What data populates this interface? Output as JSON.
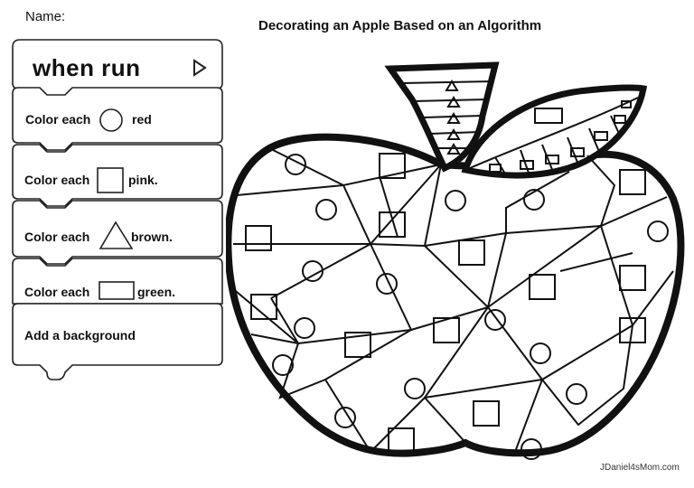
{
  "header": {
    "name_label": "Name:",
    "title": "Decorating an Apple Based on an Algorithm"
  },
  "blocks": {
    "start": {
      "label": "when run",
      "icon": "play-triangle-icon"
    },
    "steps": [
      {
        "prefix": "Color each",
        "shape": "circle",
        "suffix": "red"
      },
      {
        "prefix": "Color each",
        "shape": "square",
        "suffix": "pink."
      },
      {
        "prefix": "Color each",
        "shape": "triangle",
        "suffix": "brown."
      },
      {
        "prefix": "Color each",
        "shape": "rectangle",
        "suffix": "green."
      },
      {
        "prefix": "Add a background",
        "shape": "",
        "suffix": ""
      }
    ]
  },
  "footer": {
    "credit": "JDaniel4sMom.com"
  }
}
